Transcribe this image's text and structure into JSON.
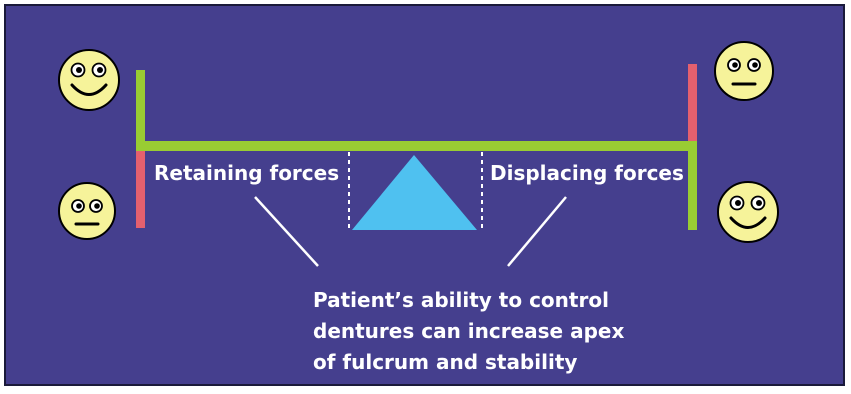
{
  "colors": {
    "background": "#453F8E",
    "border": "#1A1A3A",
    "beam": "#99CC33",
    "red_segment": "#E4606E",
    "fulcrum": "#4FC1F0",
    "face_fill": "#F6F39A",
    "line": "#FFFFFF"
  },
  "labels": {
    "retaining": "Retaining forces",
    "displacing": "Displacing forces"
  },
  "caption": {
    "line1": "Patient’s ability to control",
    "line2": "dentures can increase apex",
    "line3": "of fulcrum and stability"
  },
  "faces": {
    "top_left": "smiling",
    "bottom_left": "neutral",
    "top_right": "neutral",
    "bottom_right": "smiling"
  }
}
